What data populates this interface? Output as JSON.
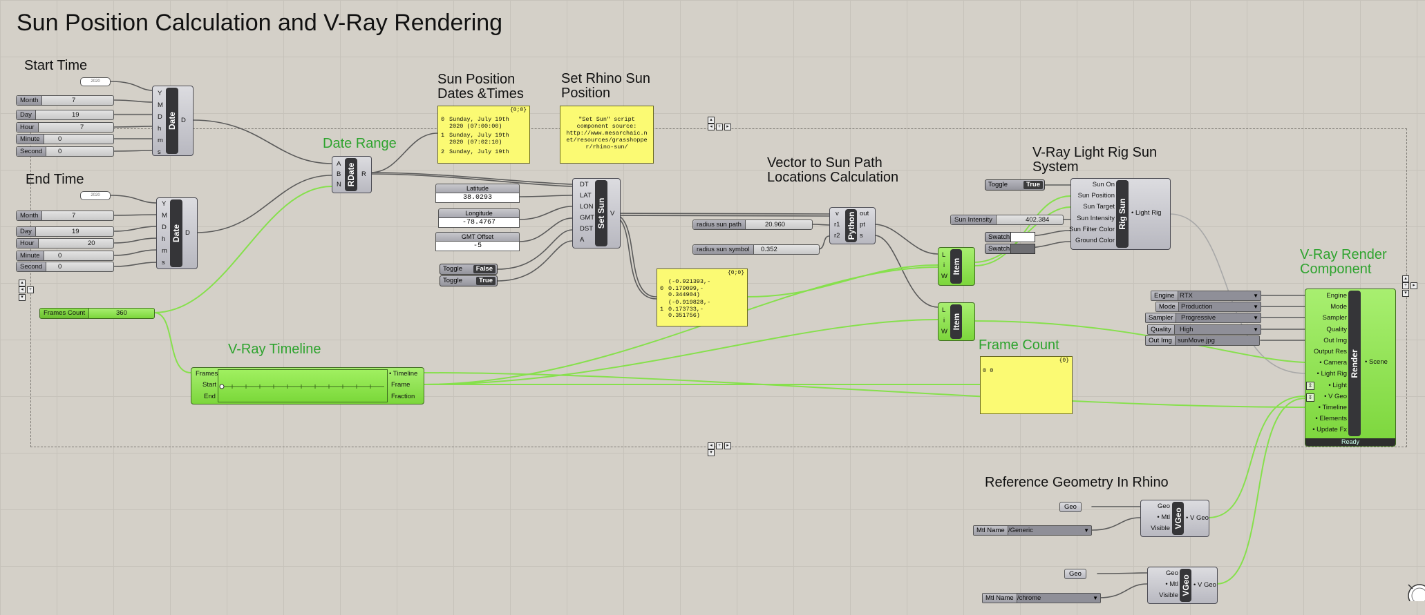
{
  "page_title": "Sun Position Calculation and V-Ray Rendering",
  "group_titles": {
    "start_time": "Start Time",
    "end_time": "End Time",
    "sun_dates": "Sun Position Dates &Times",
    "set_rhino": "Set Rhino Sun Position",
    "date_range": "Date Range",
    "vector_sun": "Vector to Sun Path Locations Calculation",
    "light_rig": "V-Ray Light Rig Sun System",
    "render_component": "V-Ray Render Component",
    "timeline": "V-Ray Timeline",
    "frame_count": "Frame Count",
    "ref_geometry": "Reference Geometry In Rhino"
  },
  "start_time": {
    "year": "2020",
    "sliders": [
      {
        "label": "Month",
        "value": "7"
      },
      {
        "label": "Day",
        "value": "19"
      },
      {
        "label": "Hour",
        "value": "7"
      },
      {
        "label": "Minute",
        "value": "0"
      },
      {
        "label": "Second",
        "value": "0"
      }
    ]
  },
  "end_time": {
    "year": "2020",
    "sliders": [
      {
        "label": "Month",
        "value": "7"
      },
      {
        "label": "Day",
        "value": "19"
      },
      {
        "label": "Hour",
        "value": "20"
      },
      {
        "label": "Minute",
        "value": "0"
      },
      {
        "label": "Second",
        "value": "0"
      }
    ]
  },
  "date_component": {
    "name": "Date",
    "inputs": [
      "Y",
      "M",
      "D",
      "h",
      "m",
      "s"
    ],
    "output": "D"
  },
  "rdate_component": {
    "name": "RDate",
    "inputs": [
      "A",
      "B",
      "N"
    ],
    "output": "R"
  },
  "frames_count_slider": {
    "label": "Frames Count",
    "value": "360"
  },
  "sun_dates_panel": {
    "header": "{0;0}",
    "rows": [
      {
        "index": "0",
        "text": "Sunday, July 19th\n2020 (07:00:00)"
      },
      {
        "index": "1",
        "text": "Sunday, July 19th\n2020 (07:02:10)"
      },
      {
        "index": "2",
        "text": "Sunday, July 19th"
      }
    ]
  },
  "set_rhino_panel": {
    "text": "\"Set Sun\" script\ncomponent source:\nhttp://www.mesarchaic.n\net/resources/grasshoppe\nr/rhino-sun/"
  },
  "location_fields": [
    {
      "label": "Latitude",
      "value": "38.0293"
    },
    {
      "label": "Longitude",
      "value": "-78.4767"
    },
    {
      "label": "GMT Offset",
      "value": "-5"
    }
  ],
  "toggles_set_sun": [
    {
      "label": "Toggle",
      "value": "False"
    },
    {
      "label": "Toggle",
      "value": "True"
    }
  ],
  "set_sun_component": {
    "name": "Set Sun",
    "inputs": [
      "DT",
      "LAT",
      "LON",
      "GMT",
      "DST",
      "A"
    ],
    "output": "V"
  },
  "radius_sliders": [
    {
      "label": "radius sun path",
      "value": "20.960"
    },
    {
      "label": "radius sun symbol",
      "value": "0.352"
    }
  ],
  "python_component": {
    "name": "Python",
    "inputs": [
      "v",
      "r1",
      "r2"
    ],
    "outputs": [
      "out",
      "pt",
      "s"
    ]
  },
  "vector_panel": {
    "header": "{0;0}",
    "rows": [
      {
        "index": "0",
        "text": "(-0.921393,-\n0.179099,-\n0.344904)"
      },
      {
        "index": "1",
        "text": "(-0.919828,-\n0.173733,-\n0.351756)"
      }
    ]
  },
  "item_component": {
    "name": "Item",
    "inputs": [
      "L",
      "i",
      "W"
    ]
  },
  "light_rig": {
    "toggle": {
      "label": "Toggle",
      "value": "True"
    },
    "sun_intensity": {
      "label": "Sun Intensity",
      "value": "402.384"
    },
    "swatches": [
      {
        "label": "Swatch",
        "color": "#ffffff"
      },
      {
        "label": "Swatch",
        "color": "#6e6e72"
      }
    ],
    "component": {
      "name": "Rig Sun",
      "inputs": [
        "Sun On",
        "Sun Position",
        "Sun Target",
        "Sun Intensity",
        "Sun Filter Color",
        "Ground Color"
      ],
      "output": "Light Rig"
    }
  },
  "render": {
    "dropdowns": [
      {
        "label": "Engine",
        "value": "RTX"
      },
      {
        "label": "Mode",
        "value": "Production"
      },
      {
        "label": "Sampler",
        "value": "Progressive"
      },
      {
        "label": "Quality",
        "value": "High"
      }
    ],
    "out_img": {
      "label": "Out Img",
      "value": "sunMove.jpg"
    },
    "component": {
      "name": "Render",
      "inputs": [
        "Engine",
        "Mode",
        "Sampler",
        "Quality",
        "Out Img",
        "Output Res",
        "Camera",
        "Light Rig",
        "Light",
        "V Geo",
        "Timeline",
        "Elements",
        "Update Fx"
      ],
      "output": "Scene",
      "status": "Ready"
    }
  },
  "timeline": {
    "inputs": [
      "Frames",
      "Start",
      "End"
    ],
    "outputs": [
      "Timeline",
      "Frame",
      "Fraction"
    ]
  },
  "frame_count_panel": {
    "header": "{0}",
    "text": "0  0"
  },
  "vgeo": [
    {
      "geo": "Geo",
      "mtl_label": "Mtl Name",
      "mtl_value": "/Generic"
    },
    {
      "geo": "Geo",
      "mtl_label": "Mtl Name",
      "mtl_value": "/chrome"
    }
  ],
  "vgeo_component": {
    "name": "VGeo",
    "inputs": [
      "Geo",
      "Mtl",
      "Visible"
    ],
    "output": "V Geo"
  },
  "colors": {
    "canvas": "#d4d0c8",
    "group_title": "#2ea32e",
    "panel": "#fbfa73",
    "wire_green": "#86e04c",
    "wire_dark": "#5a5a5a",
    "component_green": "#8ee050"
  }
}
